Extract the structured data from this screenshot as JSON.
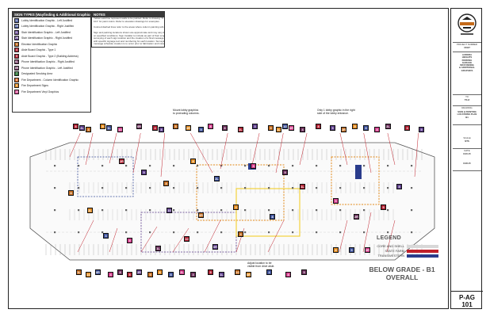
{
  "sign_types": {
    "title": "SIGN TYPES (Wayfinding & Additional Graphics)",
    "items": [
      {
        "code": "1L",
        "label": "Lobby Identification Graphic - Left Justified",
        "color": "#3b4f9a"
      },
      {
        "code": "1R",
        "label": "Lobby Identification Graphic - Right Justified",
        "color": "#3b4f9a"
      },
      {
        "code": "2L",
        "label": "Stair Identification Graphic - Left Justified",
        "color": "#5a3a8a"
      },
      {
        "code": "2R",
        "label": "Stair Identification Graphic - Right Justified",
        "color": "#5a3a8a"
      },
      {
        "code": "3",
        "label": "Elevator Identification Graphic",
        "color": "#c46a1a"
      },
      {
        "code": "4",
        "label": "Aisle Board Graphic - Type 1",
        "color": "#b01c2e"
      },
      {
        "code": "5",
        "label": "Aisle Board Graphic - Type 2 (Building Address)",
        "color": "#b01c2e"
      },
      {
        "code": "6L",
        "label": "Phone Identification Graphic - Right Justified",
        "color": "#6b2c5a"
      },
      {
        "code": "6R",
        "label": "Phone Identification Graphic - Left Justified",
        "color": "#6b2c5a"
      },
      {
        "code": "7",
        "label": "Designated Smoking Area",
        "color": "#2f7a3a"
      },
      {
        "code": "8",
        "label": "Fire Department - Column Identification Graphic",
        "color": "#d9631a"
      },
      {
        "code": "9",
        "label": "Fire Department Signs",
        "color": "#e38a1c"
      },
      {
        "code": "10",
        "label": "Fire Department Vinyl Graphics",
        "color": "#d4398a"
      }
    ]
  },
  "notes": {
    "title": "NOTES",
    "lines": [
      "Yellow solid line represent walls to be painted. Refer to drawing \"P-AG",
      "101\" for paint colors. Refer to elevation drawings for examples.",
      "",
      "Colored dashed lines refer to the areas where column painting will occur.",
      "",
      "Sign and painting locations shown are approximate and may vary depending",
      "on specified conditions. Sign Installer to include as part of their scope the",
      "surveying of each sign location and the creation of a final message schedule",
      "with specific signage text and numbering for each location. Surveying and",
      "message schedule creation is to occur prior to fabrication and installation."
    ]
  },
  "callouts": {
    "mount_lobby": "Mount lobby graphics\nto protruding columns.",
    "only_stair": "Only 1 lobby graphic in the right\nside of the lobby entrance.",
    "adjust_location": "Adjust location to be\nvisible from drive aisle."
  },
  "legend": {
    "title": "LEGEND",
    "rows": [
      {
        "label": "CORE AND SHELL",
        "color": "#d8d8d8"
      },
      {
        "label": "STATE FARM",
        "color": "#c0202a"
      },
      {
        "label": "TRANSWESTERN",
        "color": "#2a3c8c"
      }
    ]
  },
  "plan_title": {
    "line1": "BELOW GRADE - B1",
    "line2": "OVERALL"
  },
  "title_block": {
    "project_label": "PROJECT NUMBER",
    "project_number": "15027",
    "project_name": [
      "AURORA",
      "HEIGHTS",
      "PARKING",
      "GARAGE",
      "WAYFINDING",
      "& ADDITIONAL",
      "GRAPHICS"
    ],
    "issue_label": "TO",
    "issue_value": "TK-8",
    "drawing_label": "DRAWING",
    "drawing_title": [
      "SIGN & PAINTING",
      "LOCATIONS PLAN",
      "B1"
    ],
    "scale_label": "SCALE",
    "scale_value": "NTS",
    "date_label": "DATE",
    "date_1": "8.20.15",
    "date_2": "8.28.15",
    "sheet_number": [
      "P-AG",
      "101"
    ]
  },
  "colors": {
    "red": "#c0202a",
    "orange": "#e38a1c",
    "purple": "#5a3a8a",
    "blue": "#2a3c8c",
    "magenta": "#d4398a",
    "yellow": "#f2d23c"
  }
}
